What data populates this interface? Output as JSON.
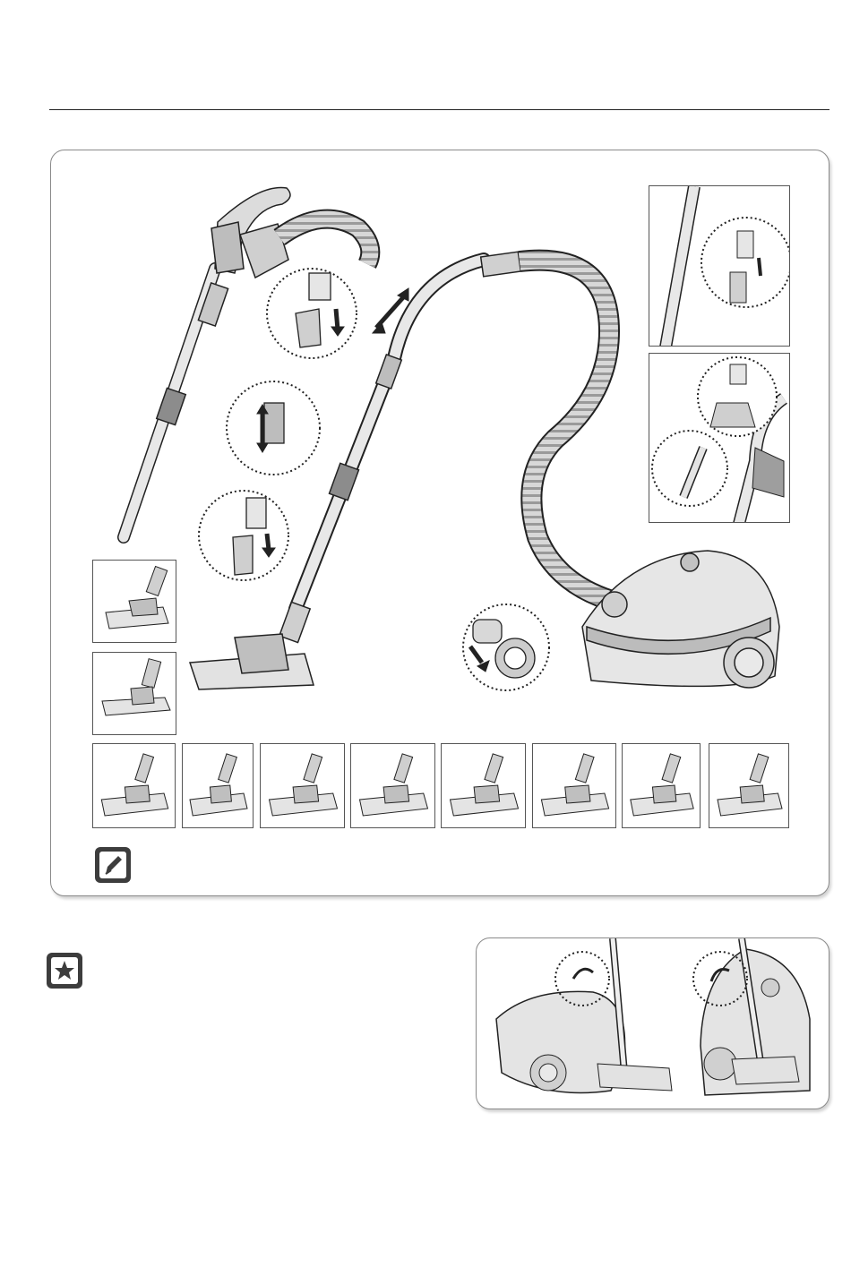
{
  "page": {
    "header_rule": "",
    "figure": {
      "main_illustration": "vacuum-cleaner-assembly",
      "detail_panels": [
        "pipe-joint-detail",
        "accessory-tool-detail"
      ],
      "brush_tiles_left": [
        "floor-brush-tile-1",
        "floor-brush-tile-2"
      ],
      "brush_tiles_bottom": [
        "brush-tile-1",
        "brush-tile-2",
        "brush-tile-3",
        "brush-tile-4",
        "brush-tile-5",
        "brush-tile-6",
        "brush-tile-7",
        "brush-tile-8"
      ],
      "note_icon": "pencil-note-icon"
    },
    "tip": {
      "icon": "star-icon",
      "illustration": "storage-position-illustration"
    },
    "colors": {
      "line": "#222222",
      "frame_border": "#8a8a8a",
      "icon_bg": "#3d3d3d",
      "body_fill": "#e4e4e4",
      "dark_fill": "#8c8c8c"
    }
  }
}
